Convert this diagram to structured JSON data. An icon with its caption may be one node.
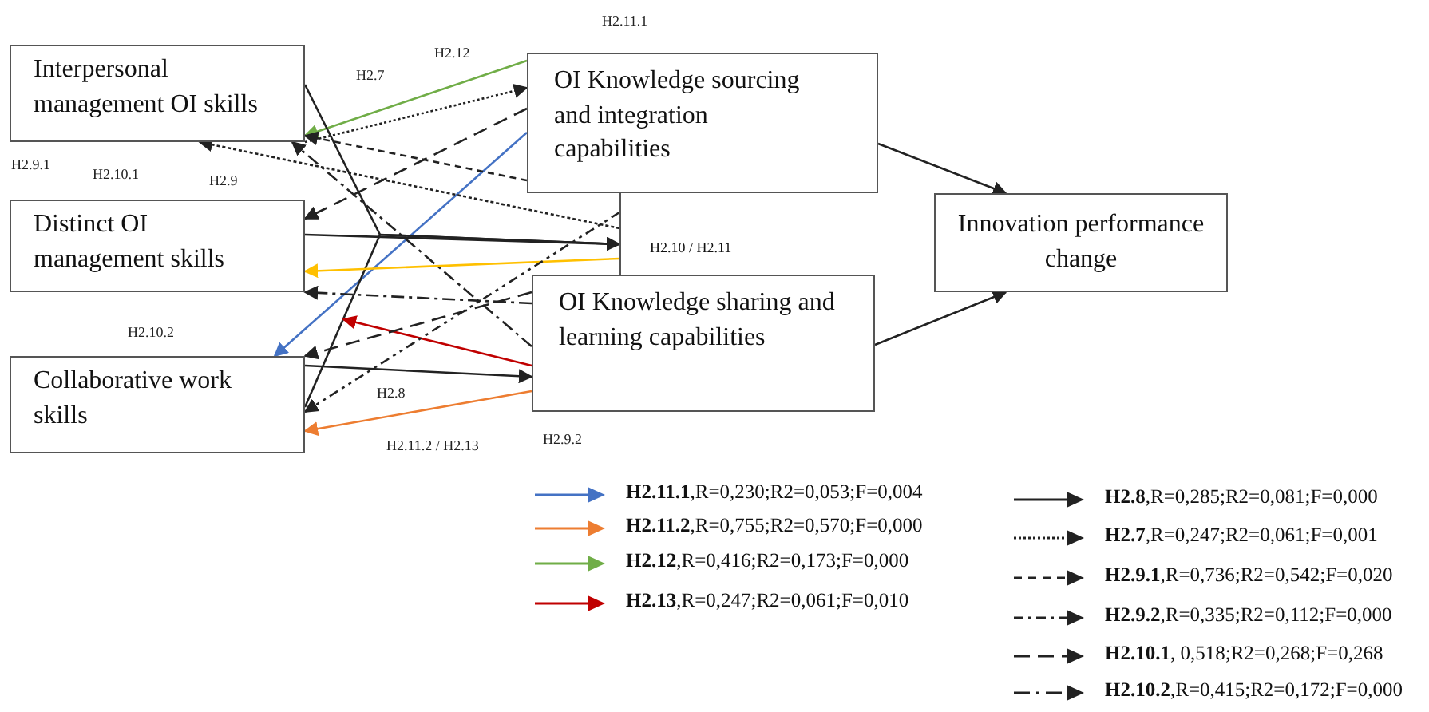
{
  "diagram": {
    "nodes": [
      {
        "text": [
          "Interpersonal management OI skills"
        ]
      },
      {
        "text": [
          "Distinct OI management skills"
        ]
      },
      {
        "text": [
          "Collaborative work skills"
        ]
      },
      {
        "text": [
          "OI Knowledge sourcing and integration capabilities"
        ]
      },
      {
        "text": [
          "H2.10 / H2.11"
        ]
      },
      {
        "text": [
          "OI Knowledge sharing and learning capabilities"
        ]
      },
      {
        "text": [
          "Innovation performance change"
        ]
      }
    ],
    "edges": [
      {
        "from": 3,
        "to": 0,
        "arrow": "to",
        "color": "#70ad47"
      },
      {
        "from": 0,
        "to": 3,
        "arrow": "to",
        "style": "dashed"
      },
      {
        "from": 3,
        "to": 1,
        "arrow": "to",
        "style": "dashed"
      },
      {
        "from": 3,
        "to": 2,
        "arrow": "to",
        "color": "#4472c4"
      },
      {
        "from": 3,
        "to": 0,
        "arrow": "to",
        "style": "dashed"
      },
      {
        "from": 4,
        "to": 0,
        "arrow": "to",
        "style": "dashed"
      },
      {
        "from": 5,
        "to": 0,
        "arrow": "to",
        "style": "dashed"
      },
      {
        "from": 0,
        "to": 4,
        "arrow": "none"
      },
      {
        "from": 1,
        "to": 4,
        "arrow": "to"
      },
      {
        "from": 2,
        "to": 4,
        "arrow": "none"
      },
      {
        "from": 2,
        "to": 5,
        "arrow": "to"
      },
      {
        "from": 4,
        "to": 1,
        "arrow": "to",
        "color": "#ffc000"
      },
      {
        "from": 5,
        "to": 1,
        "arrow": "to",
        "style": "dashed"
      },
      {
        "from": 5,
        "to": null,
        "arrow": "to",
        "color": "#c00000"
      },
      {
        "from": 5,
        "to": 2,
        "arrow": "to",
        "style": "dashed"
      },
      {
        "from": 4,
        "to": 2,
        "arrow": "to",
        "style": "dashed"
      },
      {
        "from": 5,
        "to": 2,
        "arrow": "to",
        "color": "#ed7d31"
      },
      {
        "from": 3,
        "to": 6,
        "arrow": "to"
      },
      {
        "from": 5,
        "to": 6,
        "arrow": "to"
      }
    ],
    "labels": [
      "H2.11.1",
      "H2.12",
      "H2.7",
      "H2.9.1",
      "H2.10.1",
      "H2.9",
      "H2.10.2",
      "H2.8",
      "H2.11.2 / H2.13",
      "H2.9.2"
    ],
    "legend": [
      {
        "text": "**H2.11.1**,R=0,230;R2=0,053;F=0,004",
        "color": "#4472c4"
      },
      {
        "text": "**H2.11.2**,R=0,755;R2=0,570;F=0,000",
        "color": "#ed7d31"
      },
      {
        "text": "**H2.12**,R=0,416;R2=0,173;F=0,000",
        "color": "#70ad47"
      },
      {
        "text": "**H2.13**,R=0,247;R2=0,061;F=0,010",
        "color": "#c00000"
      },
      {
        "text": "**H2.8**,R=0,285;R2=0,081;F=0,000"
      },
      {
        "text": "**H2.7**,R=0,247;R2=0,061;F=0,001"
      },
      {
        "text": "**H2.9.1**,R=0,736;R2=0,542;F=0,020"
      },
      {
        "text": "**H2.9.2**,R=0,335;R2=0,112;F=0,000"
      },
      {
        "text": "**H2.10.1**, 0,518;R2=0,268;F=0,268"
      },
      {
        "text": "**H2.10.2**,R=0,415;R2=0,172;F=0,000"
      }
    ]
  }
}
